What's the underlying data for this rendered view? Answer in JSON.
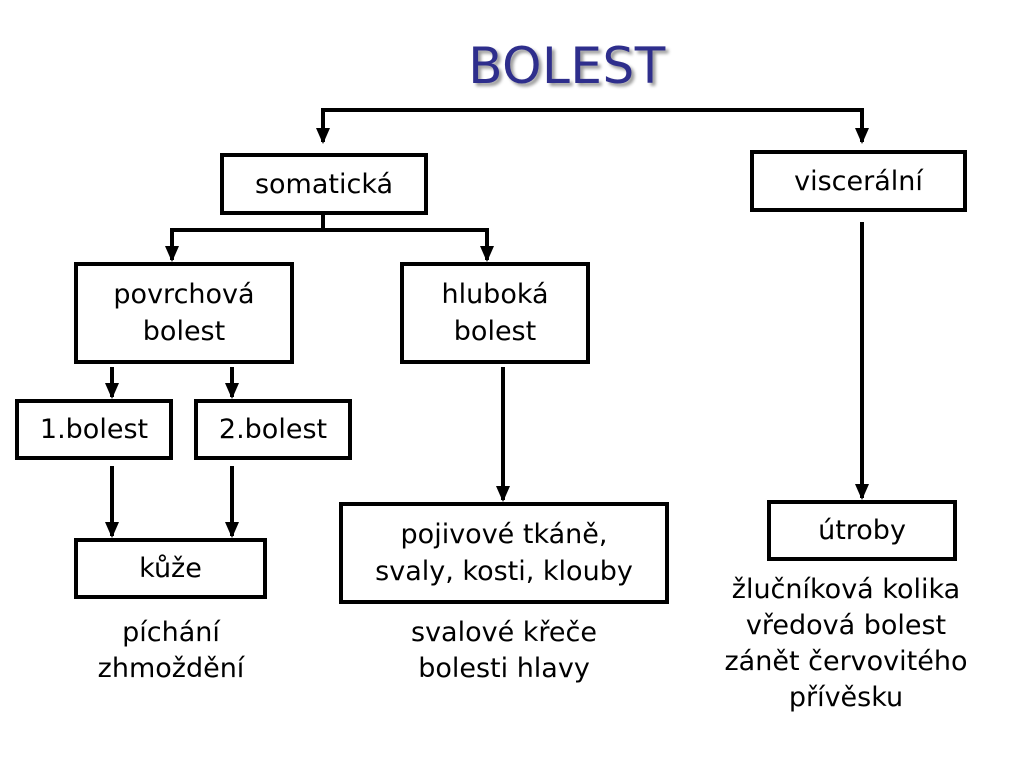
{
  "title": "BOLEST",
  "colors": {
    "title": "#2e2e8c",
    "box_border": "#000000",
    "text": "#000000",
    "background": "#ffffff"
  },
  "nodes": {
    "somaticka": "somatická",
    "visceralni": "viscerální",
    "povrchova": [
      "povrchová",
      "bolest"
    ],
    "hluboka": [
      "hluboká",
      "bolest"
    ],
    "bolest1": "1.bolest",
    "bolest2": "2.bolest",
    "kuze": "kůže",
    "pojivove": [
      "pojivové tkáně,",
      "svaly, kosti, klouby"
    ],
    "utroby": "útroby"
  },
  "notes": {
    "kuze": [
      "píchání",
      "zhmoždění"
    ],
    "pojivove": [
      "svalové křeče",
      "bolesti hlavy"
    ],
    "utroby": [
      "žlučníková kolika",
      "vředová bolest",
      "zánět červovitého",
      "přívěsku"
    ]
  },
  "edges": [
    {
      "from": "title",
      "to": "somaticka"
    },
    {
      "from": "title",
      "to": "visceralni"
    },
    {
      "from": "somaticka",
      "to": "povrchova"
    },
    {
      "from": "somaticka",
      "to": "hluboka"
    },
    {
      "from": "povrchova",
      "to": "bolest1"
    },
    {
      "from": "povrchova",
      "to": "bolest2"
    },
    {
      "from": "bolest1",
      "to": "kuze"
    },
    {
      "from": "bolest2",
      "to": "kuze"
    },
    {
      "from": "hluboka",
      "to": "pojivove"
    },
    {
      "from": "visceralni",
      "to": "utroby"
    }
  ]
}
